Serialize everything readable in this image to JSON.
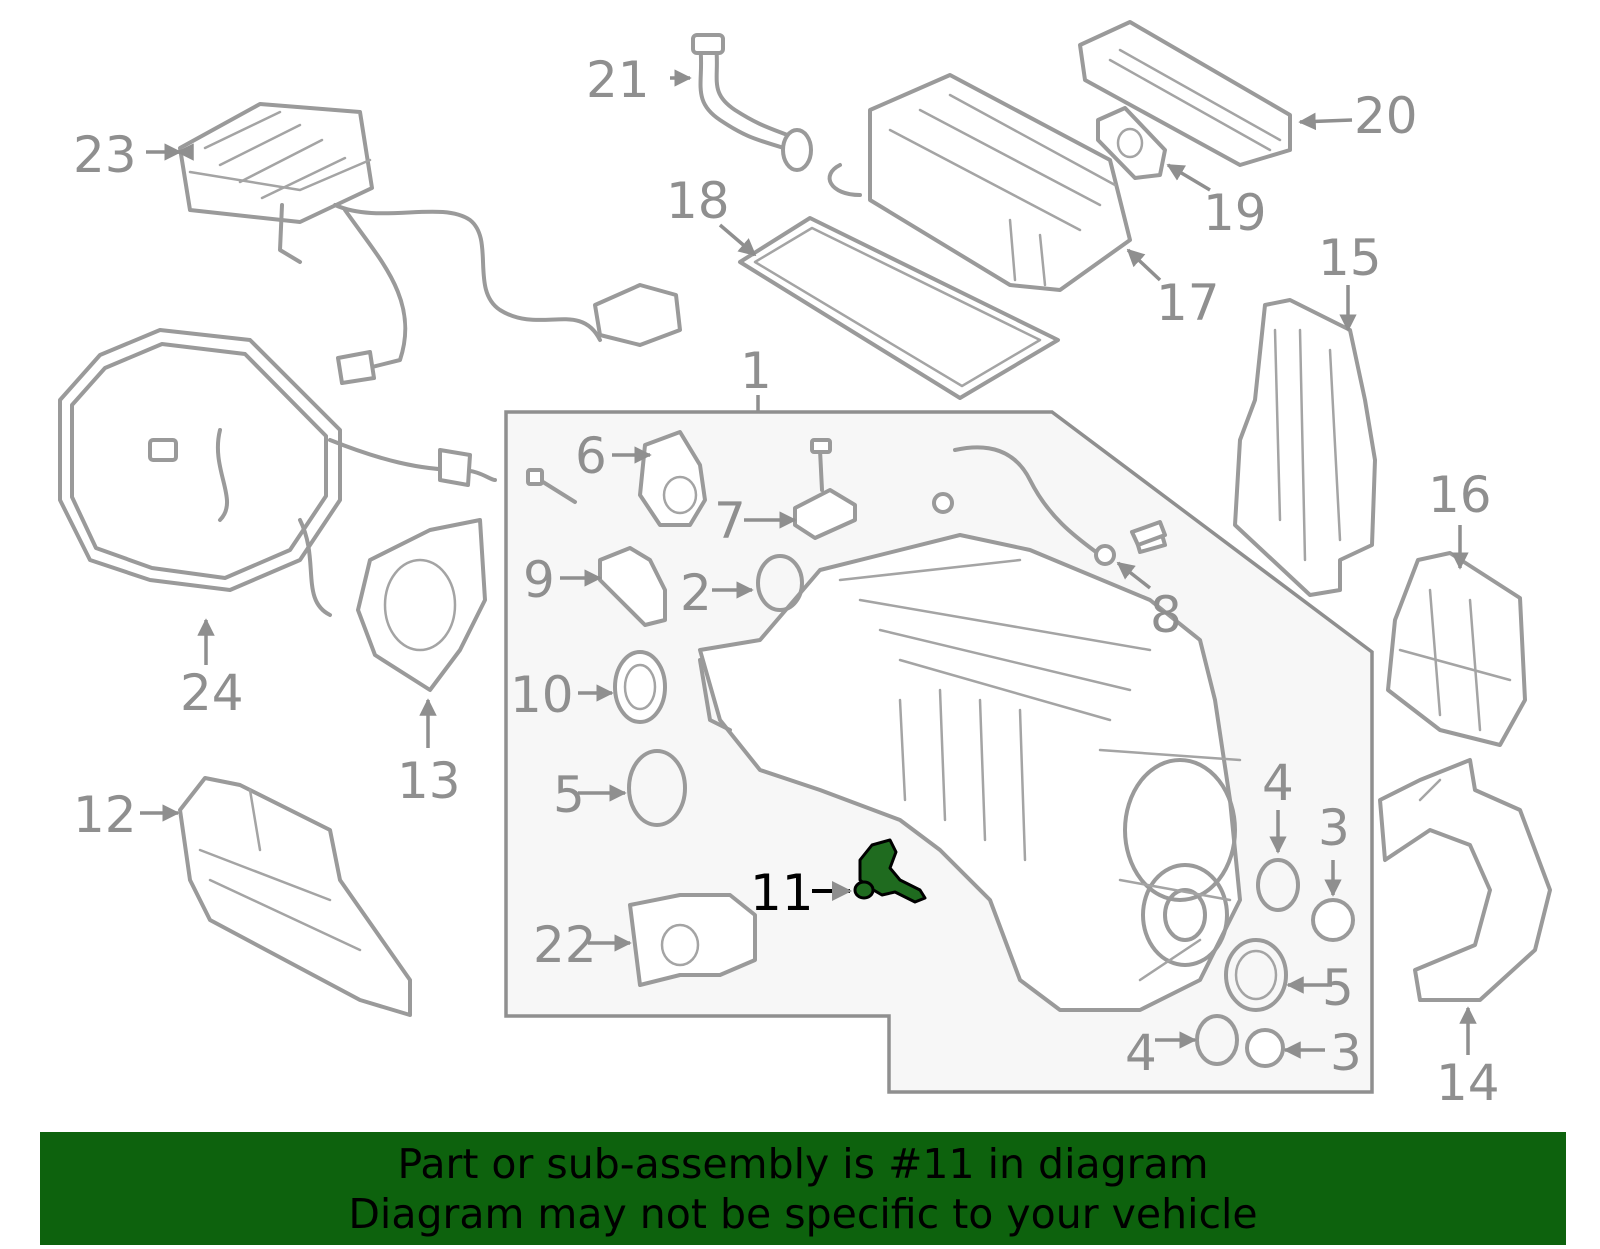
{
  "diagram": {
    "callouts": {
      "c1": "1",
      "c2": "2",
      "c3a": "3",
      "c3b": "3",
      "c4a": "4",
      "c4b": "4",
      "c5a": "5",
      "c5b": "5",
      "c6": "6",
      "c7": "7",
      "c8": "8",
      "c9": "9",
      "c10": "10",
      "c11": "11",
      "c12": "12",
      "c13": "13",
      "c14": "14",
      "c15": "15",
      "c16": "16",
      "c17": "17",
      "c18": "18",
      "c19": "19",
      "c20": "20",
      "c21": "21",
      "c22": "22",
      "c23": "23",
      "c24": "24"
    },
    "highlighted_part": "11",
    "colors": {
      "line": "#9a9a9a",
      "label": "#8f8f8f",
      "highlight_fill": "#1f6b1f",
      "assembly_box_fill": "#f7f7f7",
      "banner_bg": "#0d620d"
    }
  },
  "banner": {
    "line1": "Part or sub-assembly is #11 in diagram",
    "line2": "Diagram may not be specific to your vehicle"
  }
}
